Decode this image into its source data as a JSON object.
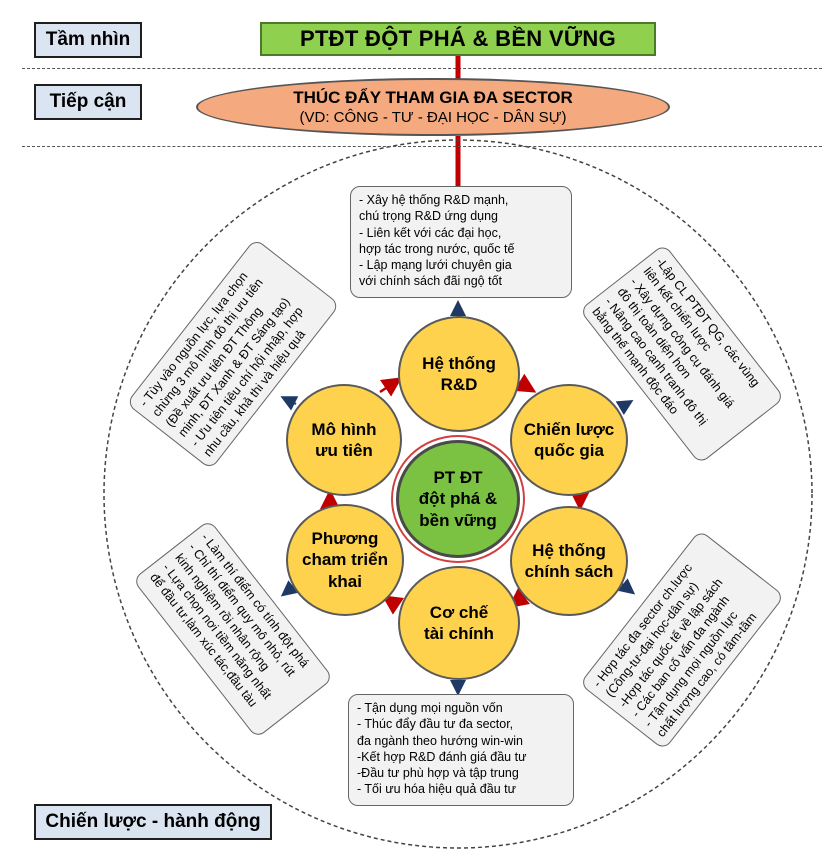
{
  "labels": {
    "vision": "Tầm nhìn",
    "approach": "Tiếp cận",
    "strategy": "Chiến lược - hành động"
  },
  "vision_title": "PTĐT ĐỘT PHÁ & BỀN VỮNG",
  "approach": {
    "title": "THÚC ĐẨY THAM GIA ĐA SECTOR",
    "subtitle": "(VD: CÔNG - TƯ - ĐẠI HỌC - DÂN SỰ)"
  },
  "center": "PT ĐT\nđột phá &\nbền vững",
  "nodes": {
    "rd": "Hệ thống\nR&D",
    "national_strategy": "Chiến lược\nquốc gia",
    "policy": "Hệ thống\nchính sách",
    "finance": "Cơ chế\ntài chính",
    "deployment": "Phương\ncham triển\nkhai",
    "priority_model": "Mô hình\nưu tiên"
  },
  "boxes": {
    "rd": [
      "- Xây hệ thống R&D mạnh,",
      "chú trọng R&D ứng dụng",
      "- Liên kết với các đại học,",
      "hợp tác trong nước, quốc tế",
      "- Lập mạng lưới chuyên gia",
      "với chính sách đãi ngộ tốt"
    ],
    "national_strategy": [
      "-Lập CL PTĐT QG, các vùng",
      "liên kết chiến lược",
      "- Xây dựng công cụ đánh giá",
      "đô thị toàn diện hơn",
      "- Nâng cao cạnh tranh đô thị",
      "bằng thế mạnh độc đáo"
    ],
    "policy": [
      "- Hợp tác đa sector ch.lược",
      "(Công-tư-đại học-dân sự)",
      "-Hợp tác quốc tế về lập sách",
      "- Các ban cố vấn đa ngành",
      "- Tận dụng mọi nguồn lực",
      "chất lượng cao, có tâm-tầm"
    ],
    "finance": [
      "- Tận dụng mọi nguồn vốn",
      "- Thúc đẩy đầu tư đa sector,",
      "đa ngành theo hướng win-win",
      "-Kết hợp R&D đánh giá đầu tư",
      "-Đầu tư phù hợp và tập trung",
      "- Tối ưu hóa hiệu quả đầu tư"
    ],
    "deployment": [
      "- Làm thí điểm có tính đột phá",
      "- Chỉ thí điểm quy mô nhỏ, rút",
      "kinh nghiệm rồi nhân rộng",
      "- Lựa chọn nơi tiềm năng nhất",
      "để đầu tư,làm xúc tác,đầu tàu"
    ],
    "priority_model": [
      "- Tùy vào nguồn lực, lựa chọn",
      "chừng 3 mô hình đô thị ưu tiên",
      "(Đề xuất ưu tiên ĐT Thông",
      "minh, ĐT Xanh & ĐT Sáng tạo)",
      "- Ưu tiên tiêu chí hội nhập, hợp",
      "nhu cầu, khả thi và hiệu quả"
    ]
  },
  "colors": {
    "vision_fill": "#8fd14f",
    "approach_fill": "#f4a97e",
    "node_fill": "#ffd24d",
    "center_fill": "#7cc242",
    "spine": "#c00000",
    "arrow_navy": "#1f3864"
  }
}
